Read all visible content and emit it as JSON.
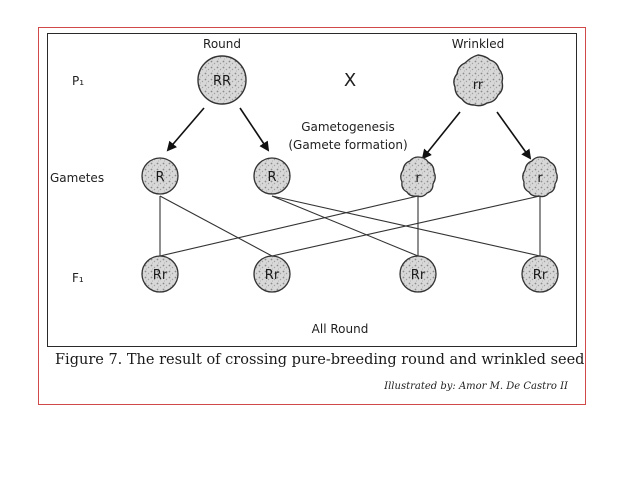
{
  "labels": {
    "round": "Round",
    "wrinkled": "Wrinkled",
    "p1": "P₁",
    "cross": "X",
    "gametogenesis_line1": "Gametogenesis",
    "gametogenesis_line2": "(Gamete formation)",
    "gametes": "Gametes",
    "f1": "F₁",
    "all_round": "All Round"
  },
  "parents": {
    "round_genotype": "RR",
    "wrinkled_genotype": "rr"
  },
  "gametes": [
    "R",
    "R",
    "r",
    "r"
  ],
  "offspring": [
    "Rr",
    "Rr",
    "Rr",
    "Rr"
  ],
  "caption": "Figure 7. The result of crossing pure-breeding round and wrinkled seed",
  "credit": "Illustrated by: Amor M. De Castro II",
  "colors": {
    "frame_red": "#d04a4a",
    "ink": "#1f1f1f",
    "cell_fill": "#dcdcdc"
  }
}
